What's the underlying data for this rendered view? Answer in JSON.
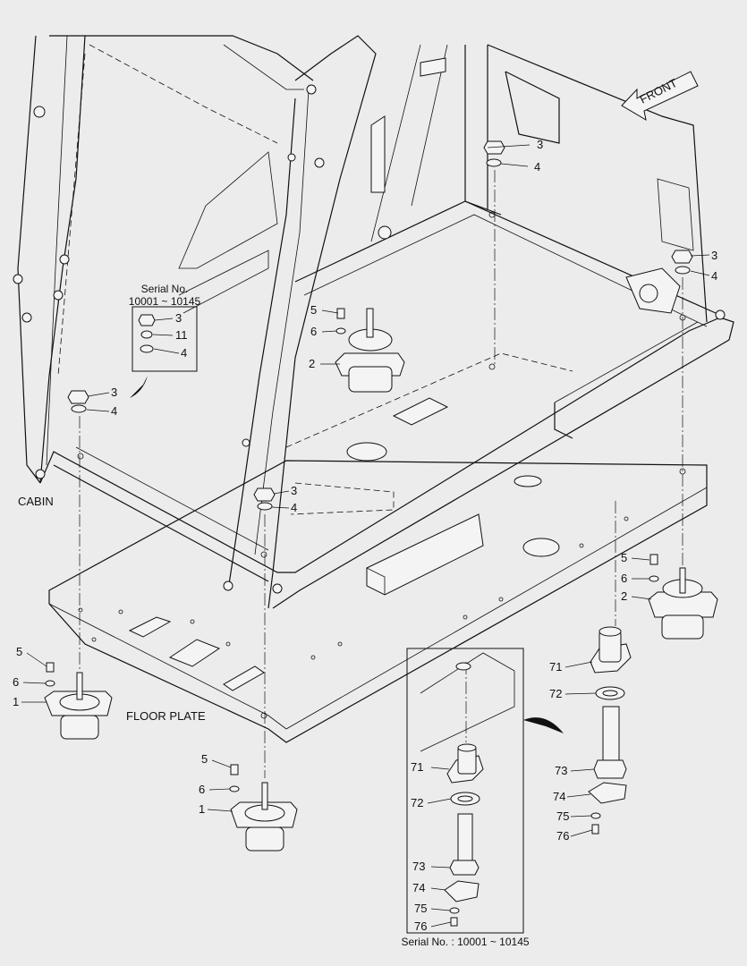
{
  "labels": {
    "front": "FRONT",
    "cabin": "CABIN",
    "floor_plate": "FLOOR PLATE",
    "serial_box_title_line1": "Serial No.",
    "serial_box_title_line2": "10001 ~ 10145",
    "inset_serial": "Serial No. : 10001 ~ 10145"
  },
  "callouts": {
    "n1": "1",
    "n2": "2",
    "n3": "3",
    "n4": "4",
    "n5": "5",
    "n6": "6",
    "n11": "11",
    "n71": "71",
    "n72": "72",
    "n73": "73",
    "n74": "74",
    "n75": "75",
    "n76": "76"
  }
}
